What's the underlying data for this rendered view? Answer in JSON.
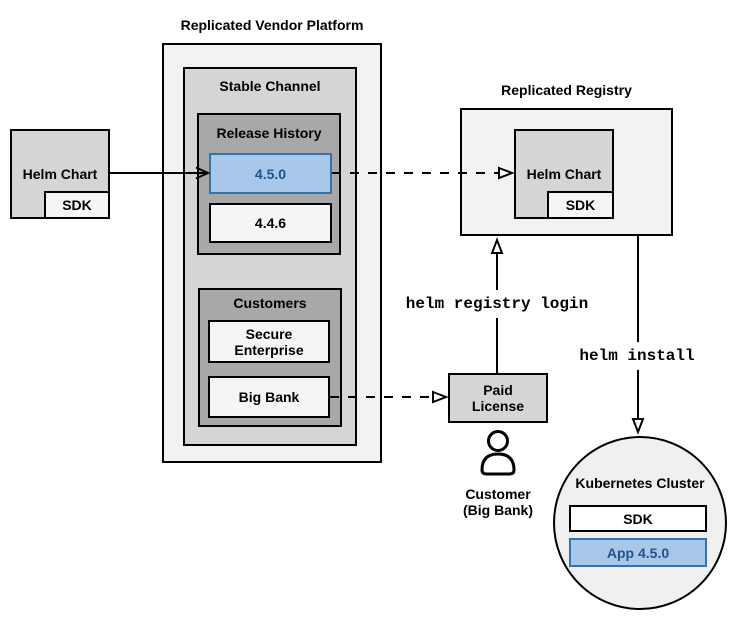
{
  "theme": {
    "canvas_bg": "#ffffff",
    "outer_fill": "#f2f2f2",
    "mid_fill": "#d5d5d5",
    "dark_fill": "#a8a8a8",
    "light_fill": "#f5f5f5",
    "white_fill": "#ffffff",
    "circle_fill": "#f0f0f0",
    "stroke": "#000000",
    "blue_fill": "#a9c7e8",
    "blue_stroke": "#3673ac",
    "blue_text": "#1f538a"
  },
  "source": {
    "helm_chart": "Helm Chart",
    "sdk": "SDK"
  },
  "platform": {
    "title": "Replicated Vendor Platform",
    "stable_channel": {
      "label": "Stable Channel",
      "release_history": {
        "label": "Release History",
        "releases": [
          {
            "version": "4.5.0",
            "highlighted": true
          },
          {
            "version": "4.4.6",
            "highlighted": false
          }
        ]
      },
      "customers": {
        "label": "Customers",
        "items": [
          {
            "name": "Secure Enterprise"
          },
          {
            "name": "Big Bank"
          }
        ]
      }
    }
  },
  "registry": {
    "title": "Replicated Registry",
    "helm_chart": "Helm Chart",
    "sdk": "SDK"
  },
  "license": {
    "label": "Paid License"
  },
  "customer": {
    "name": "Customer",
    "detail": "(Big Bank)"
  },
  "cluster": {
    "title": "Kubernetes Cluster",
    "sdk": "SDK",
    "app": "App 4.5.0"
  },
  "commands": {
    "registry_login": "helm registry login",
    "install": "helm install"
  }
}
